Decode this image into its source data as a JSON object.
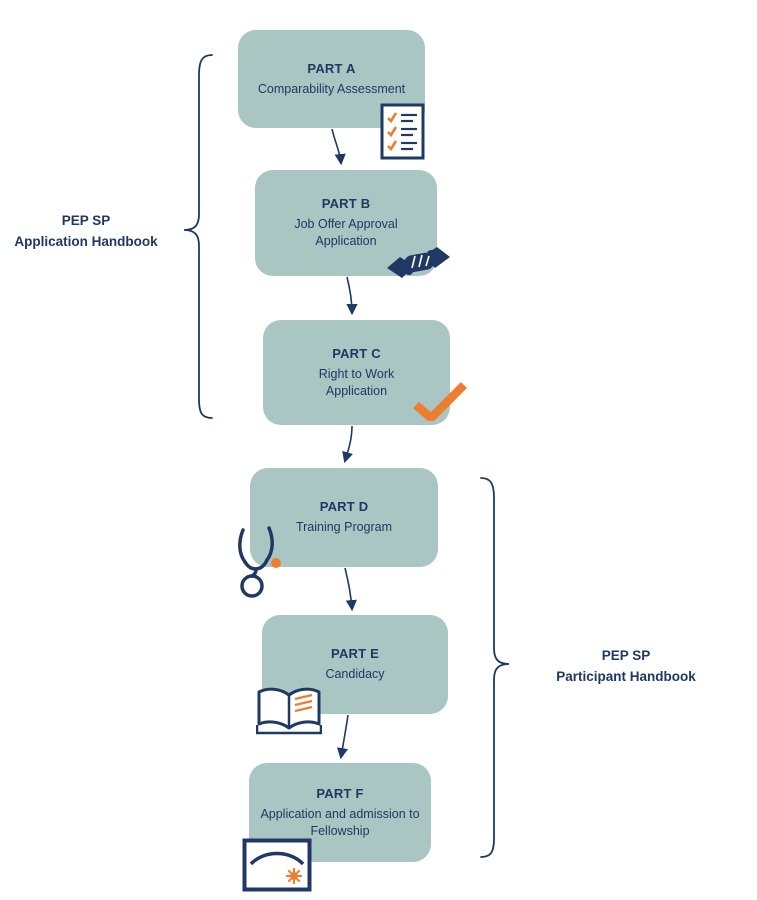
{
  "diagram": {
    "type": "flowchart",
    "boxes": [
      {
        "title": "PART A",
        "subtitle": "Comparability Assessment",
        "icon": "checklist-icon"
      },
      {
        "title": "PART B",
        "subtitle": "Job Offer Approval Application",
        "icon": "handshake-icon"
      },
      {
        "title": "PART C",
        "subtitle": "Right to Work Application",
        "icon": "checkmark-icon"
      },
      {
        "title": "PART D",
        "subtitle": "Training Program",
        "icon": "stethoscope-icon"
      },
      {
        "title": "PART E",
        "subtitle": "Candidacy",
        "icon": "open-book-icon"
      },
      {
        "title": "PART F",
        "subtitle": "Application and admission to Fellowship",
        "icon": "certificate-icon"
      }
    ],
    "braces": {
      "left": {
        "line1": "PEP SP",
        "line2": "Application Handbook",
        "spans": "PART A - PART C"
      },
      "right": {
        "line1": "PEP SP",
        "line2": "Participant Handbook",
        "spans": "PART D - PART F"
      }
    },
    "colors": {
      "box_fill": "#A9C6C2",
      "text_navy": "#1F3864",
      "line_navy": "#1F3864",
      "accent_orange": "#ED7D31"
    }
  }
}
